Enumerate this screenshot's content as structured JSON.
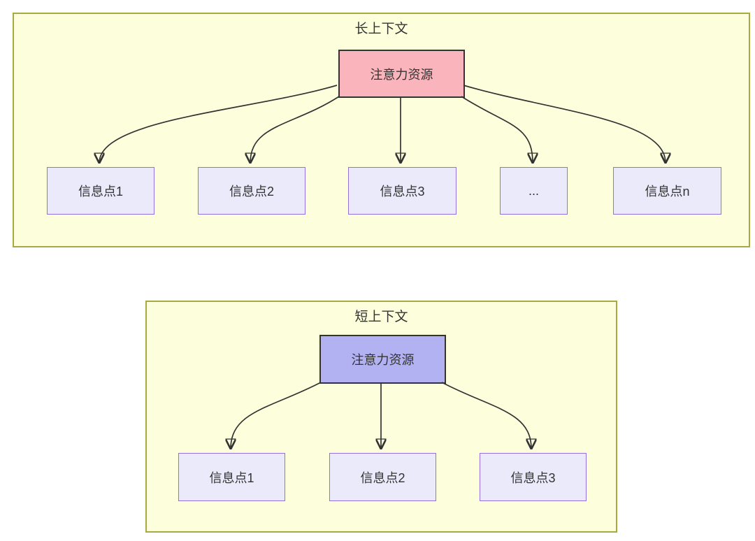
{
  "diagram": {
    "panels": [
      {
        "title": "长上下文",
        "source": {
          "label": "注意力资源",
          "fill": "#fab4bb"
        },
        "targets": [
          {
            "label": "信息点1"
          },
          {
            "label": "信息点2"
          },
          {
            "label": "信息点3"
          },
          {
            "label": "..."
          },
          {
            "label": "信息点n"
          }
        ]
      },
      {
        "title": "短上下文",
        "source": {
          "label": "注意力资源",
          "fill": "#b2b1f2"
        },
        "targets": [
          {
            "label": "信息点1"
          },
          {
            "label": "信息点2"
          },
          {
            "label": "信息点3"
          }
        ]
      }
    ],
    "colors": {
      "panel_bg": "#fdfedc",
      "panel_border": "#a9a943",
      "target_fill": "#eaeafb",
      "target_border": "#9370db",
      "source_border": "#333333",
      "edge": "#333333",
      "text": "#333333"
    }
  }
}
